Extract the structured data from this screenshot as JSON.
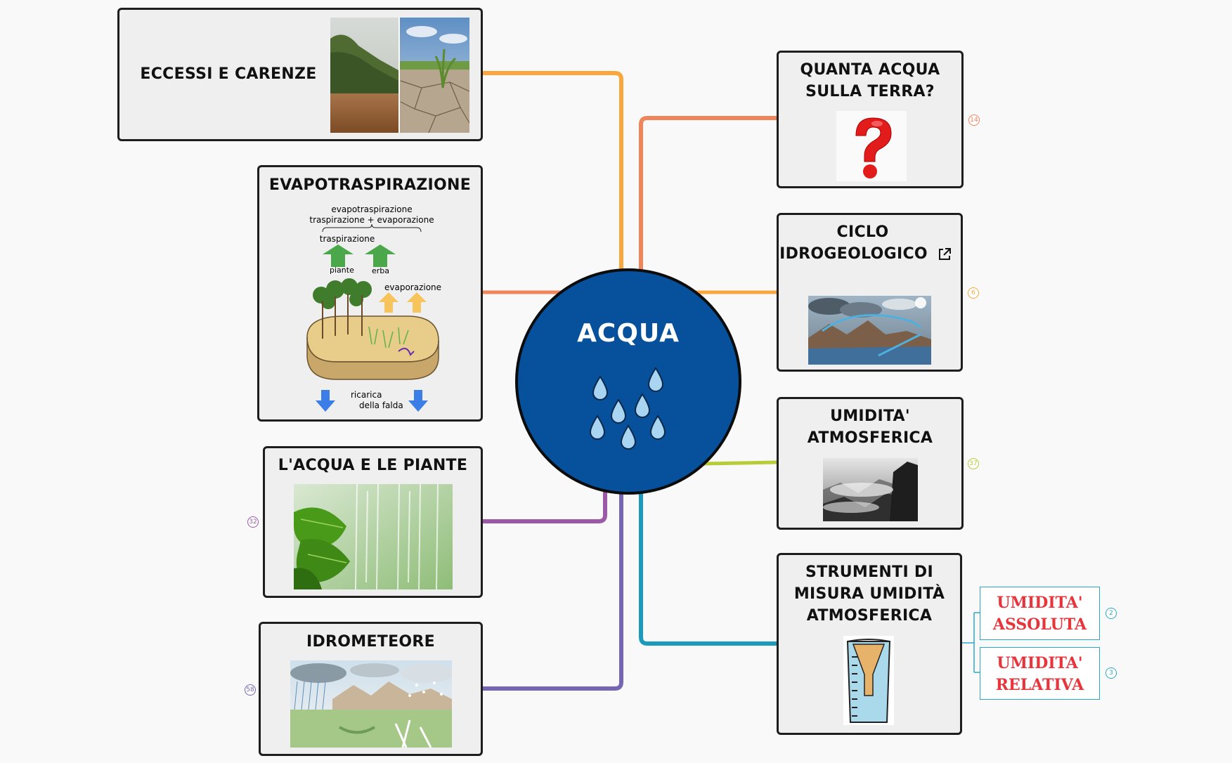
{
  "center": {
    "title": "ACQUA",
    "icon": "water-drops-icon",
    "color": "#07509b"
  },
  "nodes": {
    "eccessi": {
      "title": "ECCESSI E CARENZE",
      "image": "flood-and-drought-photo"
    },
    "evapo": {
      "title": "EVAPOTRASPIRAZIONE",
      "image": "evapotranspiration-diagram",
      "diagram_labels": {
        "top": "evapotraspirazione",
        "sum": "traspirazione + evaporazione",
        "traspirazione": "traspirazione",
        "piante": "piante",
        "erba": "erba",
        "evaporazione": "evaporazione",
        "ricarica1": "ricarica",
        "ricarica2": "della falda"
      }
    },
    "piante": {
      "title": "L'ACQUA E LE PIANTE",
      "image": "leaves-in-rain-photo",
      "badge": "32"
    },
    "idrometeore": {
      "title": "IDROMETEORE",
      "image": "hydrometeors-illustration",
      "badge": "58"
    },
    "quanta": {
      "title1": "QUANTA ACQUA",
      "title2": "SULLA TERRA?",
      "image": "question-mark-icon",
      "badge": "14"
    },
    "ciclo": {
      "title1": "CICLO",
      "title2": "IDROGEOLOGICO",
      "image": "water-cycle-illustration",
      "badge": "6",
      "link_icon": "external-link-icon"
    },
    "umidita": {
      "title1": "UMIDITA'",
      "title2": "ATMOSFERICA",
      "image": "misty-mountains-photo",
      "badge": "37"
    },
    "strumenti": {
      "title1": "STRUMENTI DI",
      "title2": "MISURA UMIDITÀ",
      "title3": "ATMOSFERICA",
      "image": "rain-gauge-icon",
      "children": [
        {
          "line1": "UMIDITA'",
          "line2": "ASSOLUTA",
          "badge": "2"
        },
        {
          "line1": "UMIDITA'",
          "line2": "RELATIVA",
          "badge": "3"
        }
      ]
    }
  },
  "colors": {
    "orange": "#f9a73d",
    "salmon": "#f0845b",
    "lime": "#b7cc36",
    "purple": "#9b59a8",
    "indigo": "#7466b4",
    "teal": "#1a9bbb",
    "subnode_text": "#e8353c"
  }
}
